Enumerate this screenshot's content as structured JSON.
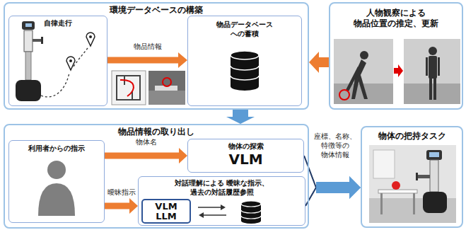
{
  "diagram": {
    "nodes": [
      {
        "text": [
          "環境データベースの構築"
        ]
      },
      {
        "text": [
          "自律走行"
        ],
        "in": 0
      },
      {
        "text": [
          "物品データベース への蓄積"
        ],
        "in": 0
      },
      {
        "text": [
          "人物観察による 物品位置の推定、更新"
        ]
      },
      {
        "text": [
          "物品情報の取り出し"
        ]
      },
      {
        "text": [
          "利用者からの指示"
        ],
        "in": 4
      },
      {
        "text": [
          "物体の探索",
          "VLM"
        ],
        "in": 4
      },
      {
        "text": [
          "対話理解による 曖昧な指示、過去の対話履歴参照"
        ],
        "in": 4
      },
      {
        "text": [
          "VLM LLM"
        ],
        "in": 7
      },
      {
        "text": [
          "物体の把持タスク"
        ]
      }
    ],
    "edges": [
      {
        "from": 1,
        "to": 2,
        "arrow": "to",
        "label": "物品情報"
      },
      {
        "from": 3,
        "to": 0,
        "arrow": "to"
      },
      {
        "from": 0,
        "to": 4,
        "arrow": "to"
      },
      {
        "from": 5,
        "to": 6,
        "arrow": "to",
        "label": "物体名"
      },
      {
        "from": 5,
        "to": 7,
        "arrow": "to",
        "label": "曖昧指示"
      },
      {
        "from": 6,
        "to": 9,
        "arrow": "to",
        "label": "座標、名称、 特徴等の 物体情報"
      },
      {
        "from": 7,
        "to": 9,
        "arrow": "to"
      }
    ]
  }
}
